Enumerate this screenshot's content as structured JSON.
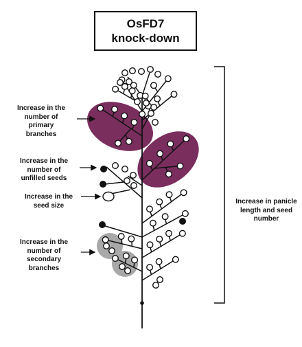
{
  "title": {
    "line1": "OsFD7",
    "line2": "knock-down"
  },
  "labels": {
    "primary_branches": [
      "Increase in the",
      "number of",
      "primary",
      "branches"
    ],
    "unfilled_seeds": [
      "Increase in the",
      "number of",
      "unfilled seeds"
    ],
    "seed_size": [
      "Increase in the",
      "seed size"
    ],
    "secondary_branches": [
      "Increase in the",
      "number of",
      "secondary",
      "branches"
    ],
    "panicle": [
      "Increase in panicle",
      "length and seed",
      "number"
    ]
  },
  "colors": {
    "primary_highlight": "#7a2e5e",
    "secondary_highlight": "#a8a8a8",
    "ink": "#111111"
  }
}
